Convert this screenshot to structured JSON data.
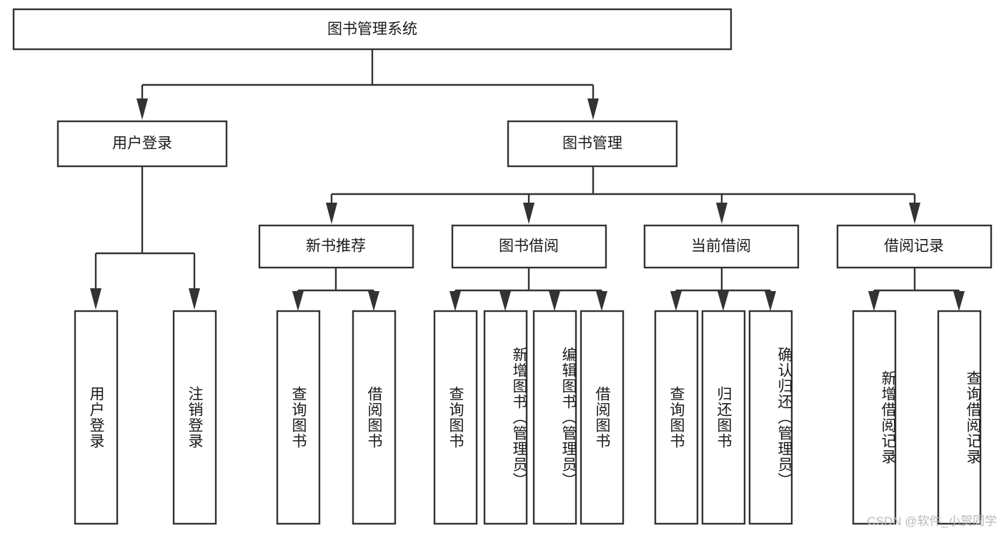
{
  "diagram": {
    "type": "hierarchy-tree",
    "title": "图书管理系统",
    "root": {
      "id": "root",
      "label": "图书管理系统",
      "orientation": "horizontal"
    },
    "level2": [
      {
        "id": "user-login",
        "label": "用户登录",
        "orientation": "horizontal"
      },
      {
        "id": "book-management",
        "label": "图书管理",
        "orientation": "horizontal"
      }
    ],
    "level3": [
      {
        "id": "new-book-recommend",
        "label": "新书推荐",
        "parent": "book-management",
        "orientation": "horizontal"
      },
      {
        "id": "book-borrow",
        "label": "图书借阅",
        "parent": "book-management",
        "orientation": "horizontal"
      },
      {
        "id": "current-borrow",
        "label": "当前借阅",
        "parent": "book-management",
        "orientation": "horizontal"
      },
      {
        "id": "borrow-record",
        "label": "借阅记录",
        "parent": "book-management",
        "orientation": "horizontal"
      }
    ],
    "leaves": [
      {
        "id": "leaf-user-login",
        "label": "用户登录",
        "parent": "user-login",
        "orientation": "vertical"
      },
      {
        "id": "leaf-user-logout",
        "label": "注销登录",
        "parent": "user-login",
        "orientation": "vertical"
      },
      {
        "id": "leaf-query-book-1",
        "label": "查询图书",
        "parent": "new-book-recommend",
        "orientation": "vertical"
      },
      {
        "id": "leaf-borrow-book-1",
        "label": "借阅图书",
        "parent": "new-book-recommend",
        "orientation": "vertical"
      },
      {
        "id": "leaf-query-book-2",
        "label": "查询图书",
        "parent": "book-borrow",
        "orientation": "vertical"
      },
      {
        "id": "leaf-add-book",
        "label": "新增图书（管理员）",
        "parent": "book-borrow",
        "orientation": "vertical"
      },
      {
        "id": "leaf-edit-book",
        "label": "编辑图书（管理员）",
        "parent": "book-borrow",
        "orientation": "vertical"
      },
      {
        "id": "leaf-borrow-book-2",
        "label": "借阅图书",
        "parent": "book-borrow",
        "orientation": "vertical"
      },
      {
        "id": "leaf-query-book-3",
        "label": "查询图书",
        "parent": "current-borrow",
        "orientation": "vertical"
      },
      {
        "id": "leaf-return-book",
        "label": "归还图书",
        "parent": "current-borrow",
        "orientation": "vertical"
      },
      {
        "id": "leaf-confirm-return",
        "label": "确认归还（管理员）",
        "parent": "current-borrow",
        "orientation": "vertical"
      },
      {
        "id": "leaf-add-record",
        "label": "新增借阅记录",
        "parent": "borrow-record",
        "orientation": "vertical"
      },
      {
        "id": "leaf-query-record",
        "label": "查询借阅记录",
        "parent": "borrow-record",
        "orientation": "vertical"
      }
    ]
  },
  "watermark": {
    "text": "CSDN @软件_小贺同学"
  },
  "colors": {
    "background": "#ffffff",
    "box_stroke": "#333333",
    "box_fill": "#ffffff",
    "text": "#1a1a1a",
    "watermark": "#b9b9b9"
  }
}
